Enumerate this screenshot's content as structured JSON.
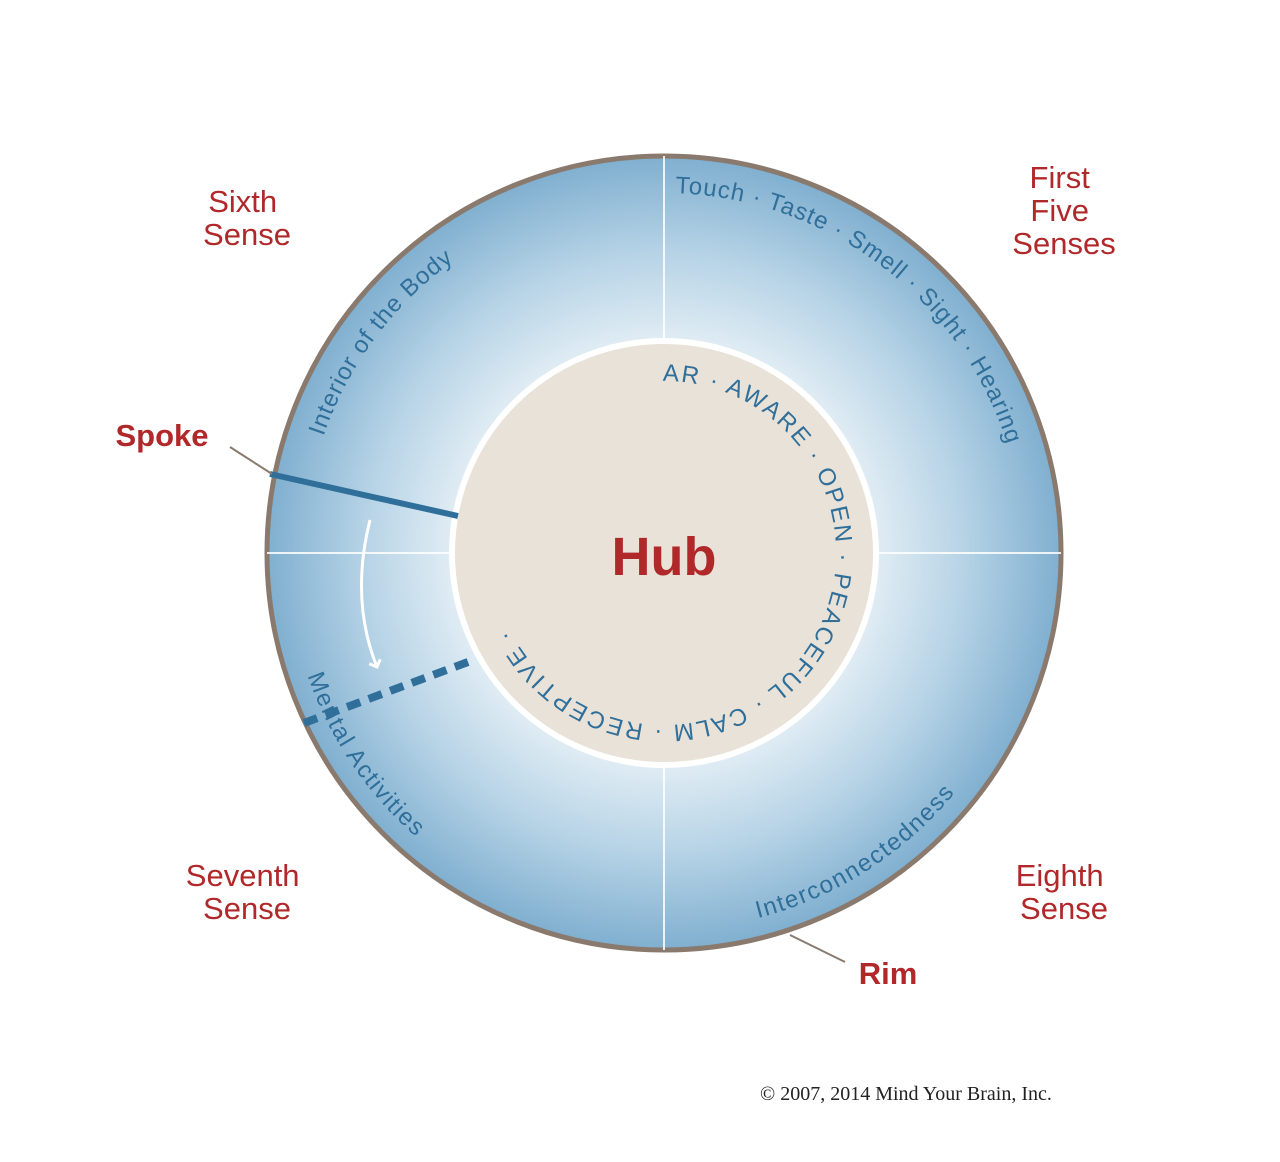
{
  "hub": {
    "label": "Hub",
    "qualities": "CLEAR · AWARE · OPEN · PEACEFUL · CALM · RECEPTIVE ·"
  },
  "rim": {
    "label": "Rim",
    "segments": {
      "first_five_senses": "Touch · Taste · Smell · Sight · Hearing",
      "sixth_sense": "Interior of the Body",
      "seventh_sense": "Mental Activities",
      "eighth_sense": "Interconnectedness"
    }
  },
  "spoke": {
    "label": "Spoke"
  },
  "quadrants": {
    "first": [
      "First",
      "Five",
      "Senses"
    ],
    "sixth": [
      "Sixth",
      "Sense"
    ],
    "seventh": [
      "Seventh",
      "Sense"
    ],
    "eighth": [
      "Eighth",
      "Sense"
    ]
  },
  "copyright": "© 2007, 2014 Mind Your Brain, Inc.",
  "colors": {
    "accent_red": "#b0282a",
    "rim_blue": "#7fb0d0",
    "text_blue": "#2f6f9a",
    "hub_fill": "#e8e2d8",
    "rim_border": "#8a7a6e"
  }
}
